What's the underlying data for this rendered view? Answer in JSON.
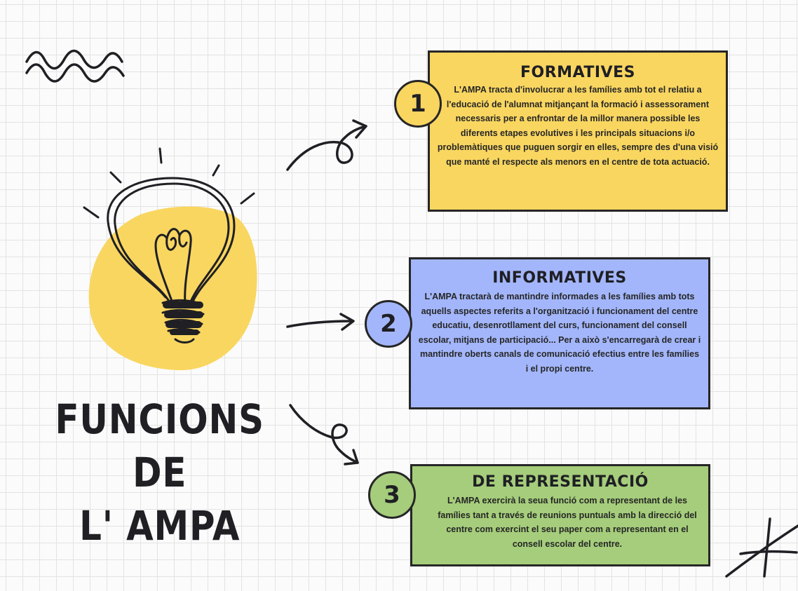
{
  "title": {
    "line1": "FUNCIONS DE",
    "line2": "L' AMPA"
  },
  "cards": [
    {
      "number": "1",
      "heading": "FORMATIVES",
      "text": "L'AMPA tracta d'involucrar a les famílies amb tot el relatiu a l'educació de l'alumnat mitjançant la formació i assessorament necessaris per a enfrontar de la millor manera possible les diferents etapes evolutives i les principals situacions i/o problemàtiques que puguen sorgir en elles, sempre des d'una visió que manté el respecte als menors en el centre de tota actuació.",
      "color": "#f9d660"
    },
    {
      "number": "2",
      "heading": "INFORMATIVES",
      "text": "L'AMPA tractarà de mantindre informades a les famílies amb tots aquells aspectes referits a l'organització i funcionament del centre educatiu, desenrotllament del curs, funcionament del consell escolar, mitjans de participació... Per a això s'encarregarà de crear i mantindre oberts canals de comunicació efectius entre les famílies i el propi centre.",
      "color": "#a3b6fb"
    },
    {
      "number": "3",
      "heading": "DE REPRESENTACIÓ",
      "text": "L'AMPA exercirà la seua funció com a representant de les famílies tant a través de reunions puntuals amb la direcció del centre com exercint el seu paper com a representant en el consell escolar del centre.",
      "color": "#a5cd7b"
    }
  ],
  "icons": [
    "lightbulb-icon",
    "zigzag-decoration",
    "arrow-icon",
    "star-decoration"
  ],
  "colors": {
    "bulb_blob": "#f9d660",
    "ink": "#1f1f24"
  }
}
